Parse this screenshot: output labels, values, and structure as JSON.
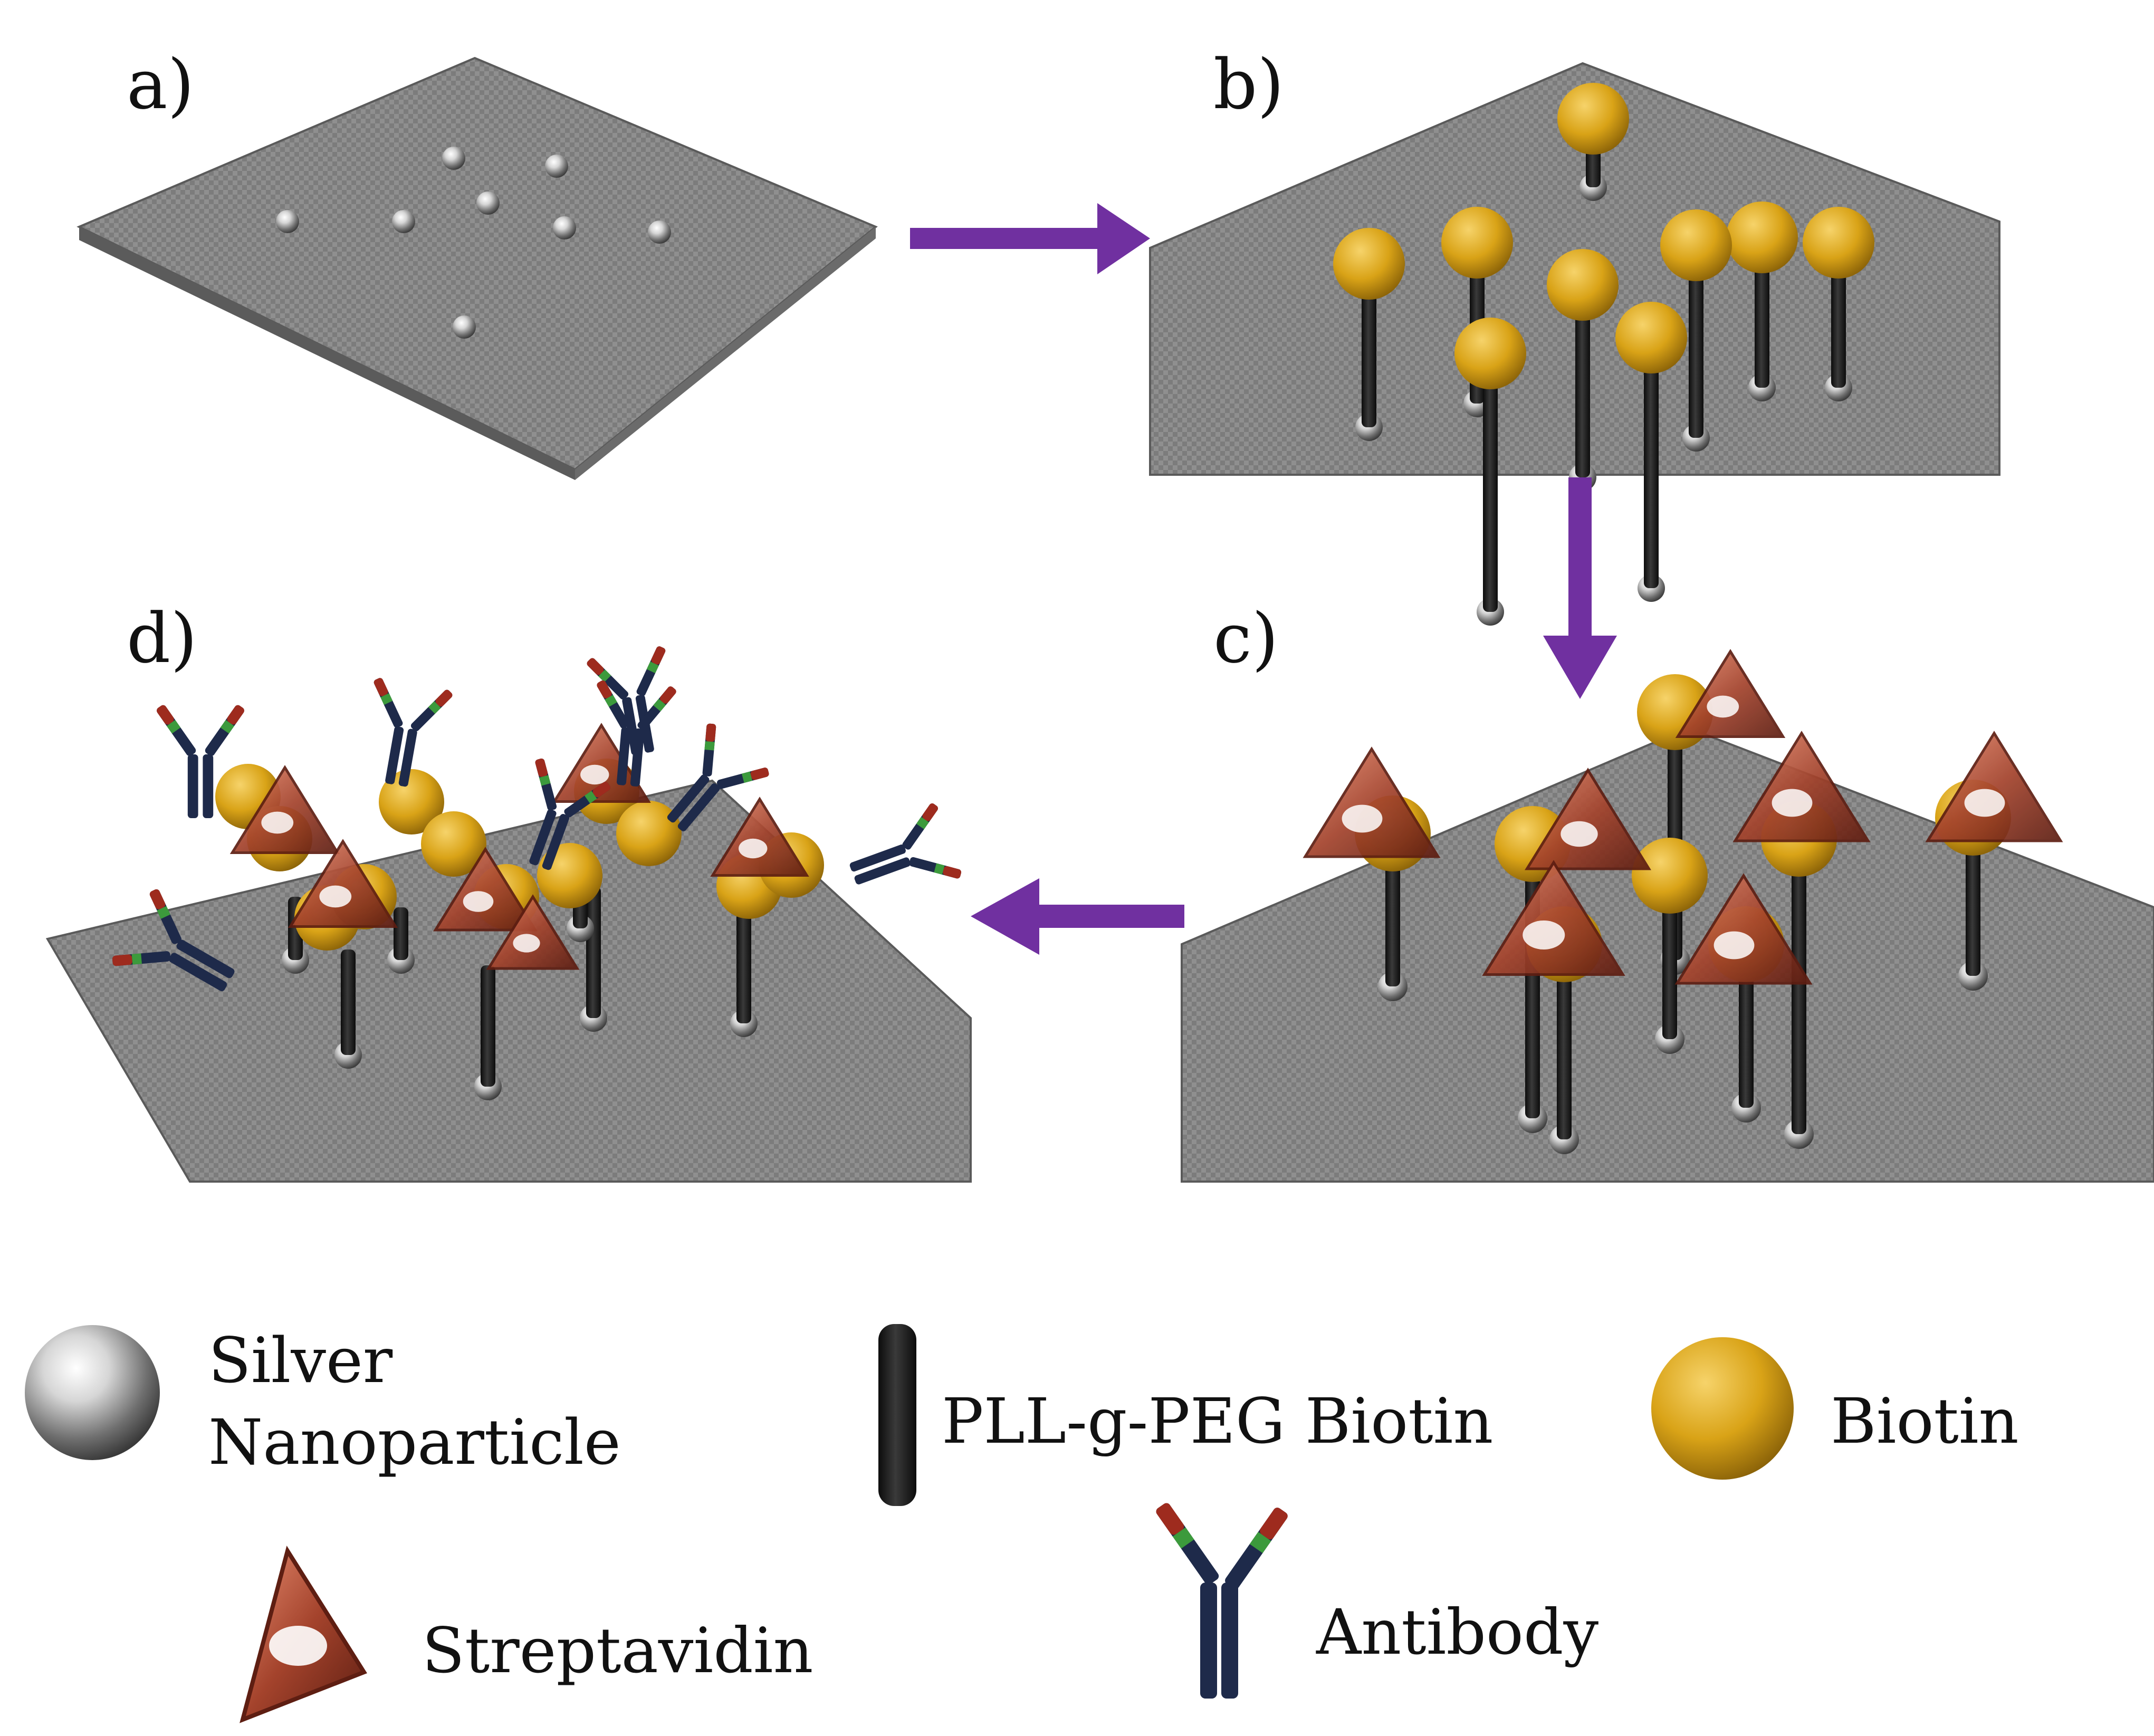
{
  "panels": [
    {
      "id": "a",
      "label": "a)"
    },
    {
      "id": "b",
      "label": "b)"
    },
    {
      "id": "c",
      "label": "c)"
    },
    {
      "id": "d",
      "label": "d)"
    }
  ],
  "legend": {
    "silver_line1": "Silver",
    "silver_line2": "Nanoparticle",
    "pll": "PLL-g-PEG Biotin",
    "biotin": "Biotin",
    "streptavidin": "Streptavidin",
    "antibody": "Antibody"
  },
  "colors": {
    "arrow": "#7030a0",
    "surface": "#8e8e8e",
    "surface_edge": "#5a5a5a",
    "biotin": "#d9a317",
    "streptavidin": "#b5503a",
    "antibody_body": "#1e2a4a",
    "antibody_red": "#9e2b1e",
    "antibody_green": "#3c9a3c",
    "silver": "#c8c8c8",
    "stem": "#1a1a1a"
  }
}
